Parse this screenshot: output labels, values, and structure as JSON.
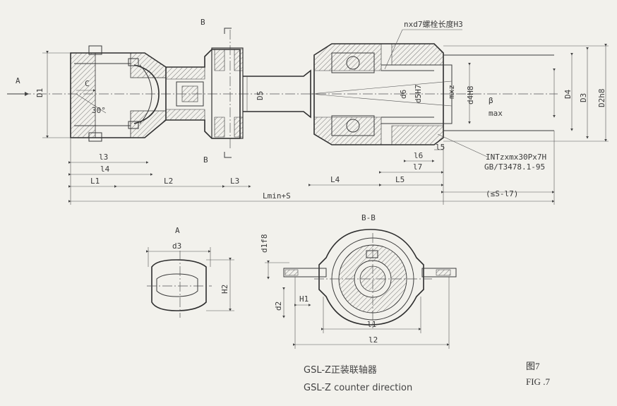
{
  "labels": {
    "view_a": "A",
    "section_b_top": "B",
    "section_b_bottom": "B",
    "bolt_note": "nxd7螺栓长度H3",
    "d1": "D1",
    "c": "C",
    "angle": "30°",
    "l3": "l3",
    "l4": "l4",
    "L1": "L1",
    "L2": "L2",
    "L3": "L3",
    "D5": "D5",
    "d6": "d6",
    "d5": "d5H7",
    "mxz": "mxz",
    "d4": "d4H8",
    "beta": "β",
    "max": "max",
    "D4": "D4",
    "D3": "D3",
    "D2": "D2h8",
    "l5": "l5",
    "l6": "l6",
    "l7": "l7",
    "L4": "L4",
    "L5": "L5",
    "spline": "INTzxmx30Px7H",
    "standard": "GB/T3478.1-95",
    "lmin": "Lmin+S",
    "range": "(≤S-l7)",
    "view_a_title": "A",
    "d3": "d3",
    "H2": "H2",
    "bb_title": "B-B",
    "d1f8": "d1f8",
    "d2": "d2",
    "H1": "H1",
    "bl1": "l1",
    "bl2": "l2"
  },
  "caption": {
    "cn": "GSL-Z正装联轴器",
    "en": "GSL-Z counter direction"
  },
  "figure": {
    "cn": "图7",
    "en": "FIG .7"
  }
}
